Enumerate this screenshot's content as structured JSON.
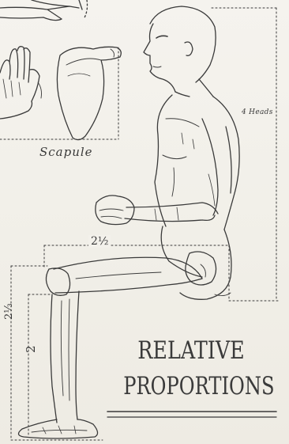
{
  "labels": {
    "scapula": "Scapule",
    "torso_height": "4 Heads",
    "thigh_length": "2½",
    "lower_leg_total": "2⅓",
    "lower_leg": "2"
  },
  "title": {
    "line1": "RELATIVE",
    "line2": "PROPORTIONS"
  }
}
